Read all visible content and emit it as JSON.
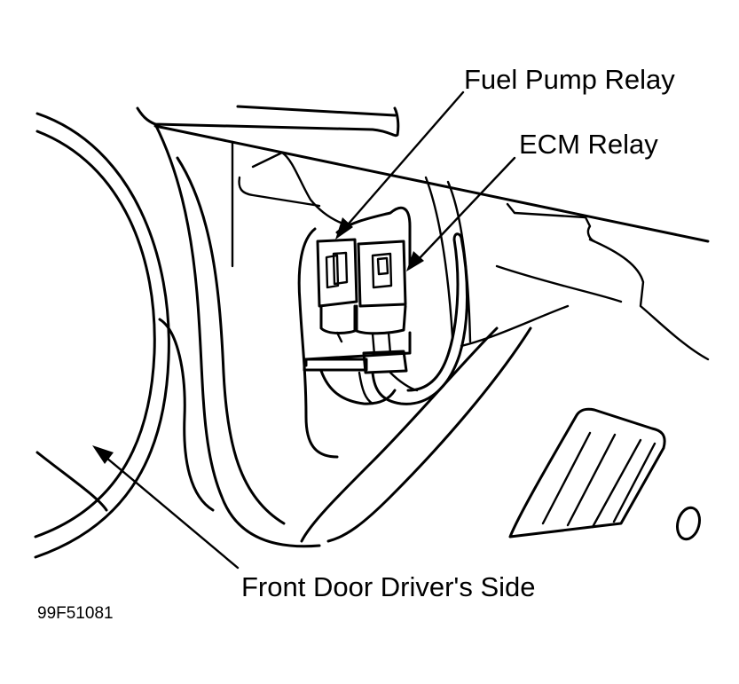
{
  "labels": {
    "fuel_pump_relay": "Fuel Pump Relay",
    "ecm_relay": "ECM Relay",
    "front_door": "Front Door Driver's Side"
  },
  "figure_id": "99F51081",
  "colors": {
    "line": "#000000",
    "background": "#ffffff"
  }
}
